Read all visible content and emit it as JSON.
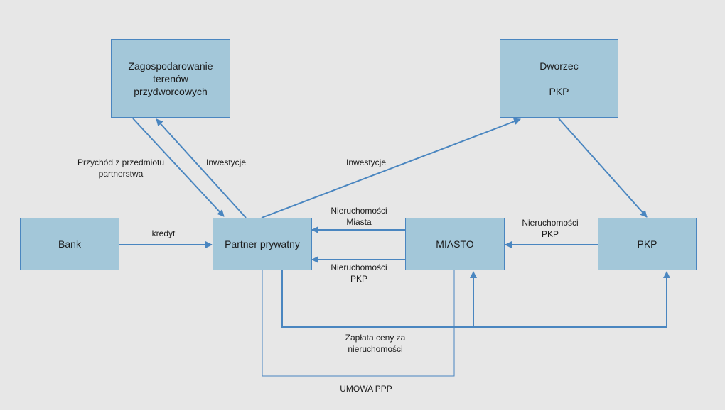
{
  "colors": {
    "background": "#e7e7e7",
    "box_fill": "#a3c7d9",
    "box_border": "#4a86c0",
    "arrow": "#4a86c0"
  },
  "boxes": {
    "zagospodarowanie": {
      "lines": [
        "Zagospodarowanie",
        "terenów",
        "przydworcowych"
      ]
    },
    "dworzec": {
      "line1": "Dworzec",
      "line2": "PKP"
    },
    "bank": {
      "label": "Bank"
    },
    "partner": {
      "label": "Partner prywatny"
    },
    "miasto": {
      "label": "MIASTO"
    },
    "pkp": {
      "label": "PKP"
    }
  },
  "labels": {
    "przychod": [
      "Przychód z przedmiotu",
      "partnerstwa"
    ],
    "inwestycje_left": "Inwestycje",
    "inwestycje_mid": "Inwestycje",
    "kredyt": "kredyt",
    "nier_miasta": [
      "Nieruchomości",
      "Miasta"
    ],
    "nier_pkp_lower": [
      "Nieruchomości",
      "PKP"
    ],
    "nier_pkp_right": [
      "Nieruchomości",
      "PKP"
    ],
    "zaplata": [
      "Zapłata ceny za",
      "nieruchomości"
    ],
    "umowa": "UMOWA PPP"
  }
}
